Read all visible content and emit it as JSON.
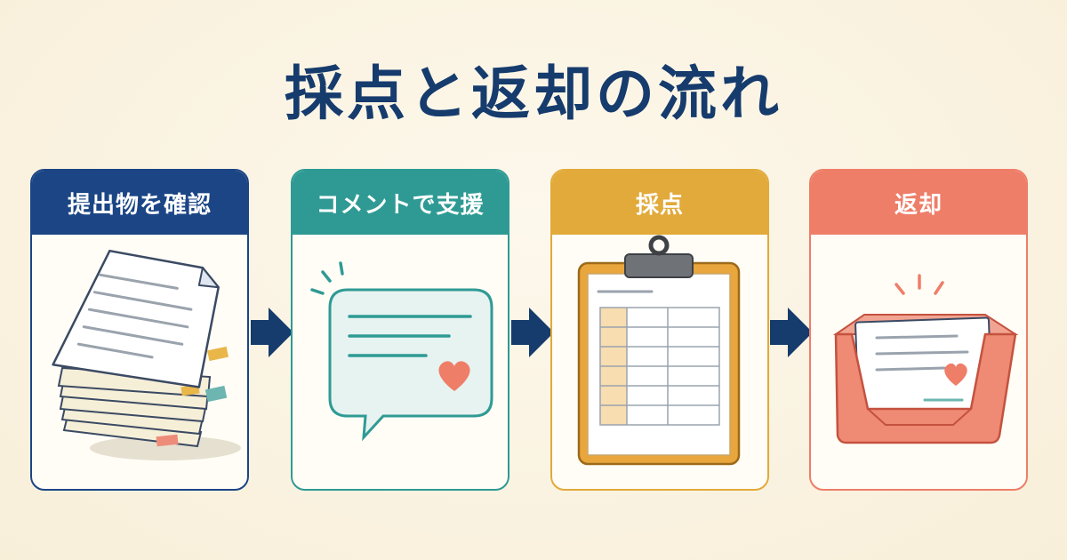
{
  "title": "採点と返却の流れ",
  "colors": {
    "navy": "#1b4585",
    "teal": "#2f9a94",
    "gold": "#e2aa3a",
    "coral": "#ee7e68",
    "arrow": "#163b6d"
  },
  "steps": [
    {
      "label": "提出物を確認",
      "icon": "document-stack-icon"
    },
    {
      "label": "コメントで支援",
      "icon": "speech-bubble-heart-icon"
    },
    {
      "label": "採点",
      "icon": "clipboard-grid-icon"
    },
    {
      "label": "返却",
      "icon": "return-tray-icon"
    }
  ]
}
